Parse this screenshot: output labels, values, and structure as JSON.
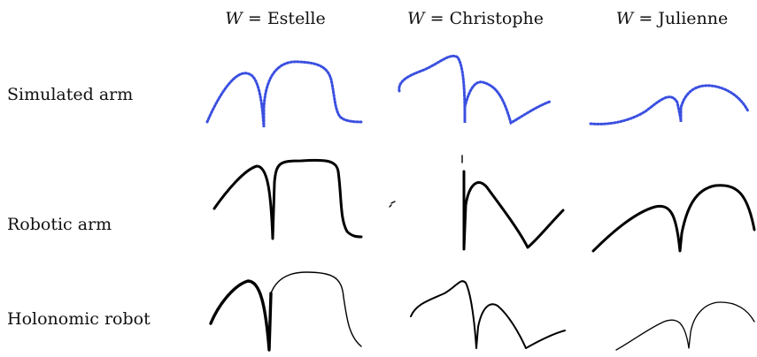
{
  "header": {
    "variable": "W",
    "relation": "=",
    "columns": [
      "Estelle",
      "Christophe",
      "Julienne"
    ]
  },
  "rows": [
    "Simulated arm",
    "Robotic arm",
    "Holonomic robot"
  ],
  "colors": {
    "simulated": "#3a4fe0",
    "robotic": "#000000",
    "holonomic": "#000000",
    "background": "#ffffff"
  }
}
